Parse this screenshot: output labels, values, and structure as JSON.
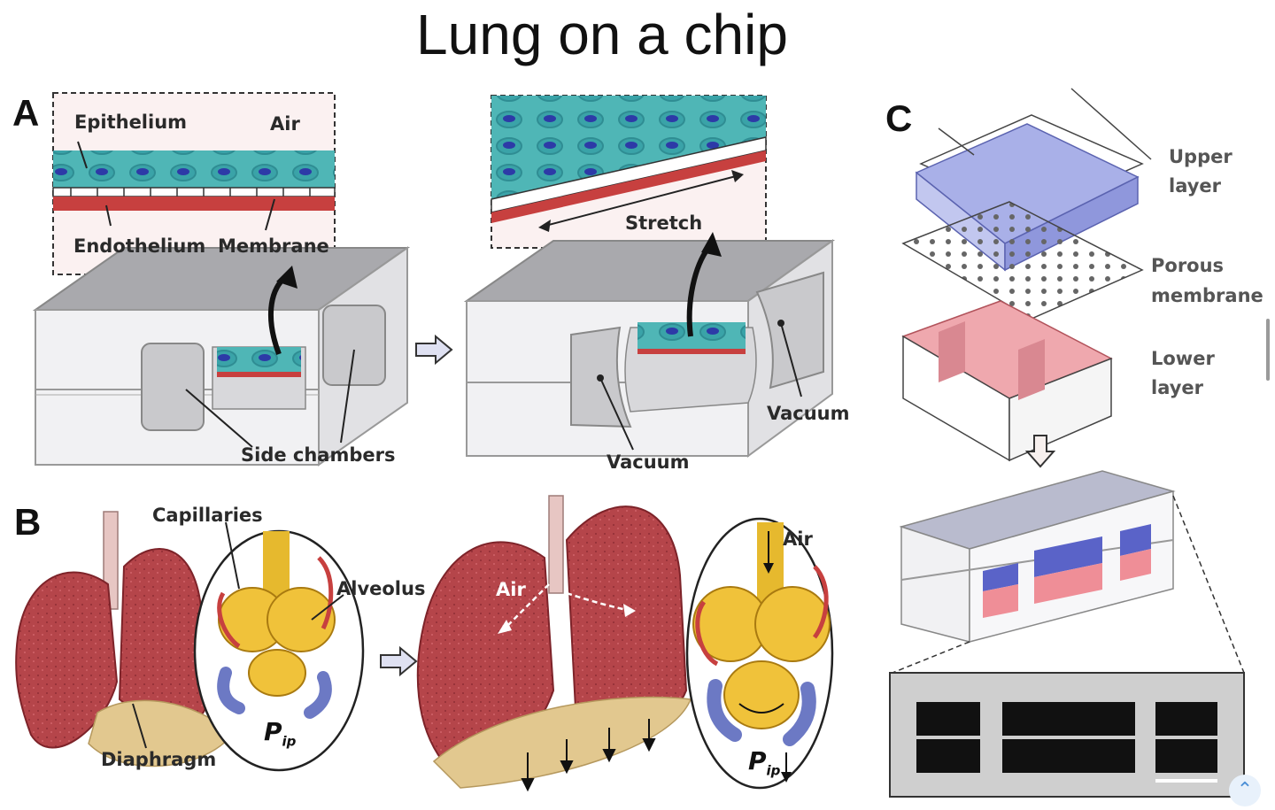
{
  "title": "Lung on a chip",
  "panels": {
    "a": {
      "letter": "A",
      "inset_left": {
        "epithelium": "Epithelium",
        "air": "Air",
        "endothelium": "Endothelium",
        "membrane": "Membrane"
      },
      "inset_right": {
        "stretch": "Stretch"
      },
      "side_chambers": "Side chambers",
      "vacuum_left": "Vacuum",
      "vacuum_right": "Vacuum"
    },
    "b": {
      "letter": "B",
      "capillaries": "Capillaries",
      "alveolus": "Alveolus",
      "diaphragm": "Diaphragm",
      "pip_left": "P",
      "pip_left_sub": "ip",
      "air_lungs": "Air",
      "air_circle": "Air",
      "pip_right": "P",
      "pip_right_sub": "ip"
    },
    "c": {
      "letter": "C",
      "upper_layer": [
        "Upper",
        "layer"
      ],
      "porous_membrane": [
        "Porous",
        "membrane"
      ],
      "lower_layer": [
        "Lower",
        "layer"
      ]
    }
  },
  "colors": {
    "chip_body": "#efeff1",
    "chip_top": "#a9a9ad",
    "epithelium": "#4fb6b6",
    "endothelium": "#c7403f",
    "lung": "#b5454a",
    "alveolus": "#f0c23a",
    "vacuum_blue": "#6c79c4",
    "upper_layer": "#a9b0e8",
    "lower_layer": "#efa8ae"
  },
  "icons": [
    "arrow-right-icon",
    "arrow-down-icon",
    "scroll-up-icon"
  ]
}
